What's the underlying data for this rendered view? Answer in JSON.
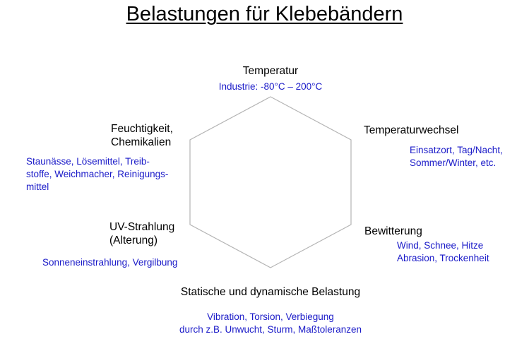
{
  "title": "Belastungen für Klebebändern",
  "colors": {
    "label": "#000000",
    "detail": "#1a1ac8",
    "hexagon_stroke": "#b4b4b4"
  },
  "nodes": {
    "top": {
      "label": "Temperatur",
      "detail": "Industrie: -80°C – 200°C"
    },
    "upper_right": {
      "label": "Temperaturwechsel",
      "detail_line1": "Einsatzort, Tag/Nacht,",
      "detail_line2": "Sommer/Winter, etc."
    },
    "lower_right": {
      "label": "Bewitterung",
      "detail_line1": "Wind, Schnee, Hitze",
      "detail_line2": "Abrasion, Trockenheit"
    },
    "bottom": {
      "label": "Statische und dynamische Belastung",
      "detail_line1": "Vibration, Torsion, Verbiegung",
      "detail_line2": "durch z.B. Unwucht, Sturm, Maßtoleranzen"
    },
    "lower_left": {
      "label_line1": "UV-Strahlung",
      "label_line2": "(Alterung)",
      "detail": "Sonneneinstrahlung, Vergilbung"
    },
    "upper_left": {
      "label_line1": "Feuchtigkeit,",
      "label_line2": "Chemikalien",
      "detail_line1": "Staunässe, Lösemittel, Treib-",
      "detail_line2": "stoffe, Weichmacher, Reinigungs-",
      "detail_line3": "mittel"
    }
  }
}
